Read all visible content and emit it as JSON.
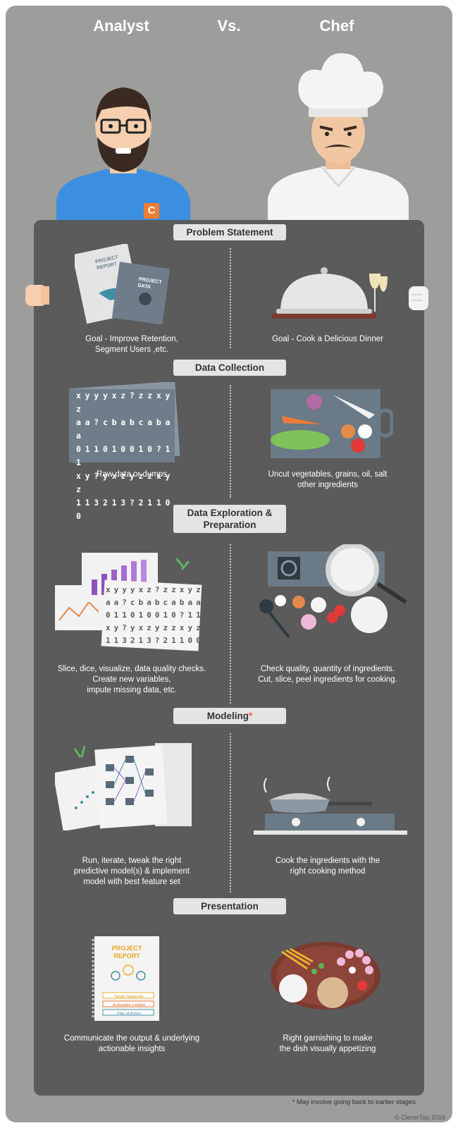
{
  "header": {
    "left": "Analyst",
    "vs": "Vs.",
    "right": "Chef"
  },
  "stages": [
    {
      "title": "Problem Statement",
      "analyst": [
        "Goal - Improve Retention,",
        "Segment Users ,etc."
      ],
      "chef": [
        "Goal - Cook a Delicious Dinner"
      ]
    },
    {
      "title": "Data Collection",
      "analyst": [
        "Raw data or dumps"
      ],
      "chef": [
        "Uncut vegetables, grains, oil, salt",
        "other ingredients"
      ]
    },
    {
      "title": [
        "Data Exploration &",
        "Preparation"
      ],
      "analyst": [
        "Slice, dice, visualize, data quality checks.",
        "Create new variables,",
        "impute missing data, etc."
      ],
      "chef": [
        "Check quality, quantity of ingredients.",
        "Cut, slice, peel ingredients for cooking."
      ]
    },
    {
      "title": "Modeling",
      "title_mark": "*",
      "analyst": [
        "Run, iterate, tweak the right",
        "predictive model(s) & implement",
        "model with best feature set"
      ],
      "chef": [
        "Cook the ingredients with the",
        "right cooking method"
      ]
    },
    {
      "title": "Presentation",
      "analyst": [
        "Communicate the output & underlying",
        "actionable insights"
      ],
      "chef": [
        "Right garnishing to make",
        "the dish visually appetizing"
      ]
    }
  ],
  "illustrations": {
    "analyst_badge": "C",
    "report_cover": [
      "PROJECT",
      "REPORT"
    ],
    "data_cover": [
      "PROJECT",
      "DATA"
    ],
    "raw_data_rows": [
      "x y y y x z ? z z x y z",
      "a a ? c b a b c a b a a",
      "0 1 1 0 1 0 0 1 0 ? 1 1",
      "x y ? y x z y z z x y z",
      "1 1 3 2 1 3 ? 2 1 1 0 0"
    ],
    "explore_rows": [
      "x y y y x z ? z z x y z",
      "a a ? c b a b c a b a a",
      "0 1 1 0 1 0 0 1 0 ? 1 1",
      "x y ? y x z y z z x y z",
      "1 1 3 2 1 3 ? 2 1 1 0 0"
    ],
    "final_report_title": [
      "PROJECT",
      "REPORT"
    ],
    "final_report_items": [
      "Target Segments",
      "Actionable Insights",
      "Plan of Action"
    ]
  },
  "footer": {
    "note": "* May involve going back to earlier stages",
    "copyright": "© CleverTap 2016"
  },
  "colors": {
    "background": "#9d9d9b",
    "board": "#5b5b5b",
    "pill": "#e4e4e4",
    "accent": "#ff5a3c",
    "analyst_shirt": "#3c8ee0",
    "badge": "#f07d32"
  }
}
